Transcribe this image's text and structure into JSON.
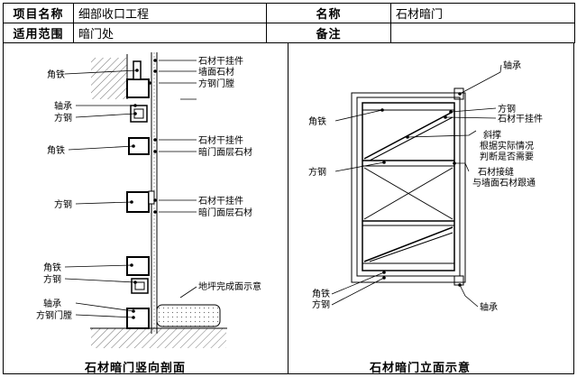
{
  "header": {
    "row1": {
      "project_label": "项目名称",
      "project_value": "细部收口工程",
      "name_label": "名称",
      "name_value": "石材暗门"
    },
    "row2": {
      "scope_label": "适用范围",
      "scope_value": "暗门处",
      "note_label": "备注",
      "note_value": ""
    }
  },
  "left_panel": {
    "caption": "石材暗门竖向剖面",
    "labels": {
      "angle_iron_1": "角铁",
      "stone_hanger_1": "石材干挂件",
      "wall_stone": "墙面石材",
      "steel_door_frame_1": "方钢门膛",
      "bearing": "轴承",
      "square_steel_1": "方钢",
      "angle_iron_2": "角铁",
      "stone_hanger_2": "石材干挂件",
      "door_surface_stone_1": "暗门面层石材",
      "square_steel_2": "方钢",
      "stone_hanger_3": "石材干挂件",
      "door_surface_stone_2": "暗门面层石材",
      "angle_iron_3": "角铁",
      "square_steel_3": "方钢",
      "floor_finish": "地坪完成面示意",
      "bearing_2": "轴承",
      "steel_door_frame_2": "方钢门膛"
    }
  },
  "right_panel": {
    "caption": "石材暗门立面示意",
    "labels": {
      "bearing_top": "轴承",
      "square_steel_a": "方钢",
      "stone_hanger": "石材干挂件",
      "angle_iron": "角铁",
      "brace": "斜撑",
      "brace_note_1": "根据实际情况",
      "brace_note_2": "判断是否需要",
      "square_steel_b": "方钢",
      "joint_1": "石材接缝",
      "joint_2": "与墙面石材跟通",
      "angle_iron_b": "角铁",
      "square_steel_c": "方钢",
      "bearing_bottom": "轴承"
    }
  }
}
